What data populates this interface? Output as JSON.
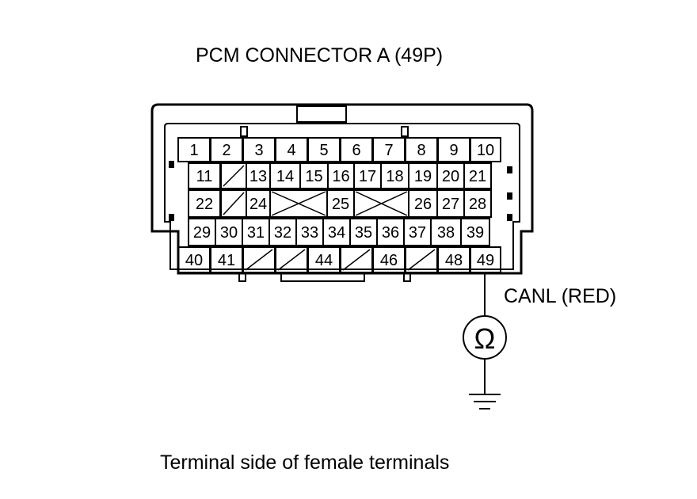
{
  "diagram": {
    "title": "PCM CONNECTOR A (49P)",
    "caption": "Terminal side of female terminals",
    "wire_label": "CANL (RED)",
    "meter_symbol": "Ω",
    "rows": [
      [
        "1",
        "2",
        "3",
        "4",
        "5",
        "6",
        "7",
        "8",
        "9",
        "10"
      ],
      [
        "11",
        "",
        "13",
        "14",
        "15",
        "16",
        "17",
        "18",
        "19",
        "20",
        "21"
      ],
      [
        "22",
        "",
        "24",
        "",
        "25",
        "",
        "26",
        "27",
        "28"
      ],
      [
        "29",
        "30",
        "31",
        "32",
        "33",
        "34",
        "35",
        "36",
        "37",
        "38",
        "39"
      ],
      [
        "40",
        "41",
        "",
        "",
        "44",
        "",
        "46",
        "",
        "48",
        "49"
      ]
    ],
    "probe_terminal": "49",
    "ground_icon": "ground-icon",
    "meter_icon": "ohmmeter-icon"
  }
}
